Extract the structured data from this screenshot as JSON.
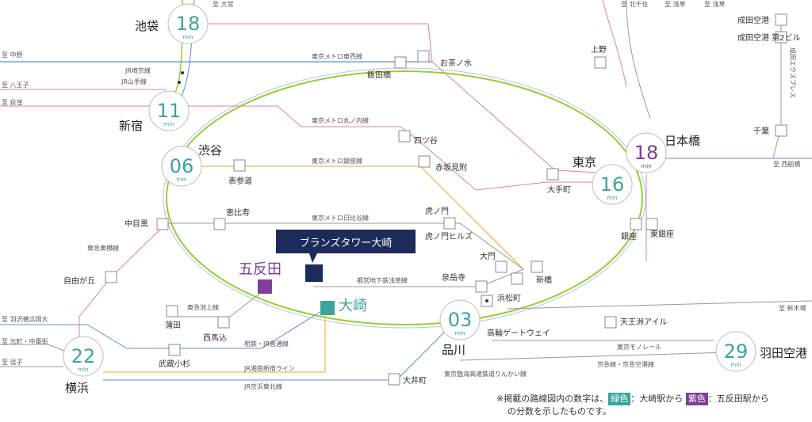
{
  "colors": {
    "green": "#3aa59a",
    "purple": "#7d3f98",
    "navy": "#1c2b5a",
    "yamanote": "#9acd32",
    "blue_line": "#5b8fd6",
    "pink_line": "#e07fa8",
    "gray_line": "#999999"
  },
  "map": {
    "building_label": "ブランズタワー大崎",
    "stations": {
      "ikebukuro": "池袋",
      "shinjuku": "新宿",
      "shibuya": "渋谷",
      "tokyo": "東京",
      "nihonbashi": "日本橋",
      "shinagawa": "品川",
      "yokohama": "横浜",
      "haneda": "羽田空港",
      "osaki": "大崎",
      "gotanda": "五反田",
      "ueno": "上野",
      "narita": "成田空港",
      "narita2": "成田空港\n第2ビル",
      "chiba": "千葉",
      "ochanomizu": "お茶ノ水",
      "iidabashi": "飯田橋",
      "yotsuya": "四ツ谷",
      "akasakamitsuke": "赤坂見附",
      "omotesando": "表参道",
      "otemachi": "大手町",
      "ginza": "銀座",
      "higashiginza": "東銀座",
      "toranomon": "虎ノ門",
      "toranomonhills": "虎ノ門ヒルズ",
      "nakameguro": "中目黒",
      "ebisu": "恵比寿",
      "jiyugaoka": "自由が丘",
      "sengakuji": "泉岳寺",
      "daimon": "大門",
      "shinbashi": "新橋",
      "hamamatsucho": "浜松町",
      "takanawa": "高輪ゲートウェイ",
      "tennozu": "天王洲アイル",
      "kamata": "蒲田",
      "nishimagome": "西馬込",
      "musashikosugi": "武蔵小杉",
      "oimachi": "大井町"
    },
    "times": {
      "ikebukuro": "18",
      "shinjuku": "11",
      "shibuya": "06",
      "tokyo": "16",
      "nihonbashi": "18",
      "shinagawa": "03",
      "yokohama": "22",
      "haneda": "29",
      "min": "min"
    },
    "lines": {
      "tozai": "東京メトロ東西線",
      "marunouchi": "東京メトロ丸ノ内線",
      "ginza": "東京メトロ銀座線",
      "hibiya": "東京メトロ日比谷線",
      "asakusa": "都営地下鉄浅草線",
      "saikyo": "JR埼京線",
      "yamanote": "JR山手線",
      "toyoko": "東急東横線",
      "ikegami": "東急池上線",
      "sotetsu": "相鉄・JR直通線",
      "shonan": "JR湘南新宿ライン",
      "keihintohoku": "JR京浜東北線",
      "rinkai": "東京臨海高速鉄道りんかい線",
      "monorail": "東京モノレール",
      "keikyu": "京急線・京急空港線",
      "narita_express": "成田エクスプレス"
    },
    "directions": {
      "omiya": "至 大宮",
      "kitasenju": "至 北千住",
      "asakusa1": "至 浅草",
      "asakusa2": "至 浅草",
      "nakano": "至 中野",
      "hachioji": "至 八王子",
      "ogikubo": "至 荻窪",
      "nishifunabashi": "至 西船橋",
      "shinkiba": "至 新木場",
      "haneda_yokohama": "至 羽沢横浜国大",
      "motomachi": "至 元町・中華街",
      "zushi": "至 逗子"
    }
  },
  "note": {
    "prefix": "※掲載の路線図内の数字は、",
    "green_tag": "緑色",
    "green_text": "：大崎駅から",
    "purple_tag": "紫色",
    "purple_text": "：五反田駅から",
    "line2": "の分数を示したものです。"
  }
}
